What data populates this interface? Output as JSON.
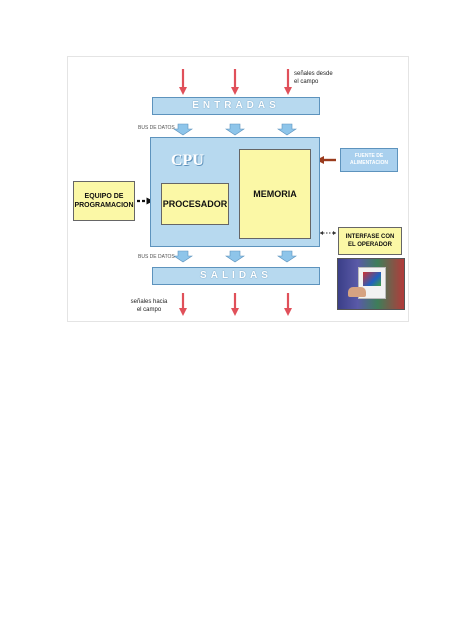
{
  "diagram": {
    "top_note": [
      "señales desde",
      "el campo"
    ],
    "bottom_note": [
      "señales hacia",
      "el campo"
    ],
    "inputs_bar": "ENTRADAS",
    "outputs_bar": "SALIDAS",
    "bus_top": "BUS DE DATOS",
    "bus_bottom": "BUS DE DATOS",
    "cpu_label": "CPU",
    "processor": "PROCESADOR",
    "memory": "MEMORIA",
    "programming_box": [
      "EQUIPO DE",
      "PROGRAMACION"
    ],
    "power_box": [
      "FUENTE DE",
      "ALIMENTACION"
    ],
    "interface_box": [
      "INTERFASE CON",
      "EL OPERADOR"
    ]
  },
  "colors": {
    "arrow_red": "#e0505a",
    "bus_arrow": "#8ec5ea",
    "power_arrow": "#9a3b1d",
    "yellow": "#fbf8a6",
    "blue": "#b7d9ef"
  }
}
